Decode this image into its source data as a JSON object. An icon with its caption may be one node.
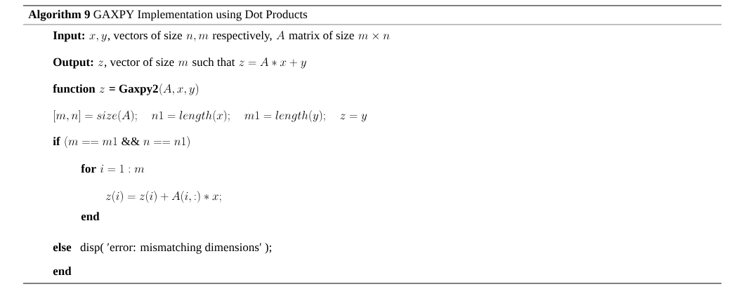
{
  "diagram": {
    "title": "**Algorithm 9** GAXPY Implementation using Dot Products",
    "labels": [
      "Input:",
      "x, y",
      ", vectors of size",
      "n, m",
      "respectively,",
      "A",
      "matrix of size",
      "m \\times n",
      "Output:",
      "z",
      ", vector of size",
      "m",
      "such that",
      "z = A * x + y",
      "function",
      "z",
      "= Gaxpy2",
      "(A, x, y)",
      "[m, n] = size(A); \\quad n1 = length(x); \\quad m1 = length(y); \\quad z = y",
      "if",
      "(m == m1 \\;\\&\\&\\; n == n1)",
      "for",
      "i = 1 : m",
      "z(i) = z(i) + A(i, :) * x;",
      "end",
      "else",
      "disp( ′error: mismatching dimensions′ );",
      "end"
    ]
  }
}
